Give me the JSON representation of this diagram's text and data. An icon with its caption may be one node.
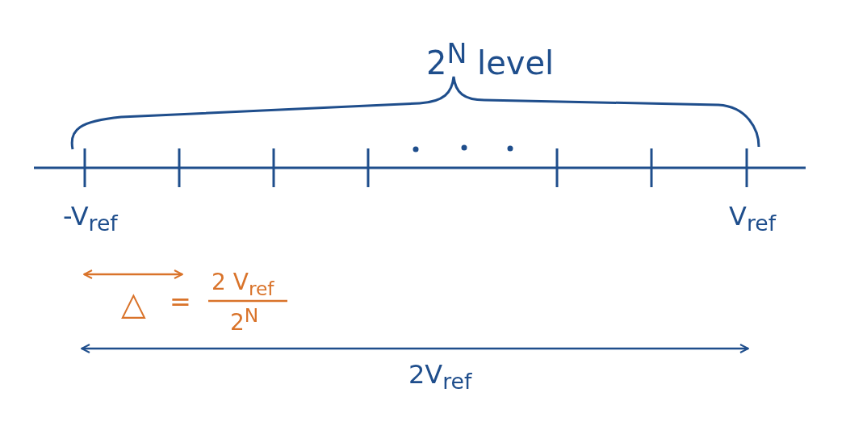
{
  "diagram": {
    "labels": [
      "2$^{N}$ level",
      "-V$_{ref}$",
      "V$_{ref}$",
      "△",
      "=",
      "2 V$_{ref}$",
      "2$^{N}$",
      "2V$_{ref}$"
    ]
  }
}
